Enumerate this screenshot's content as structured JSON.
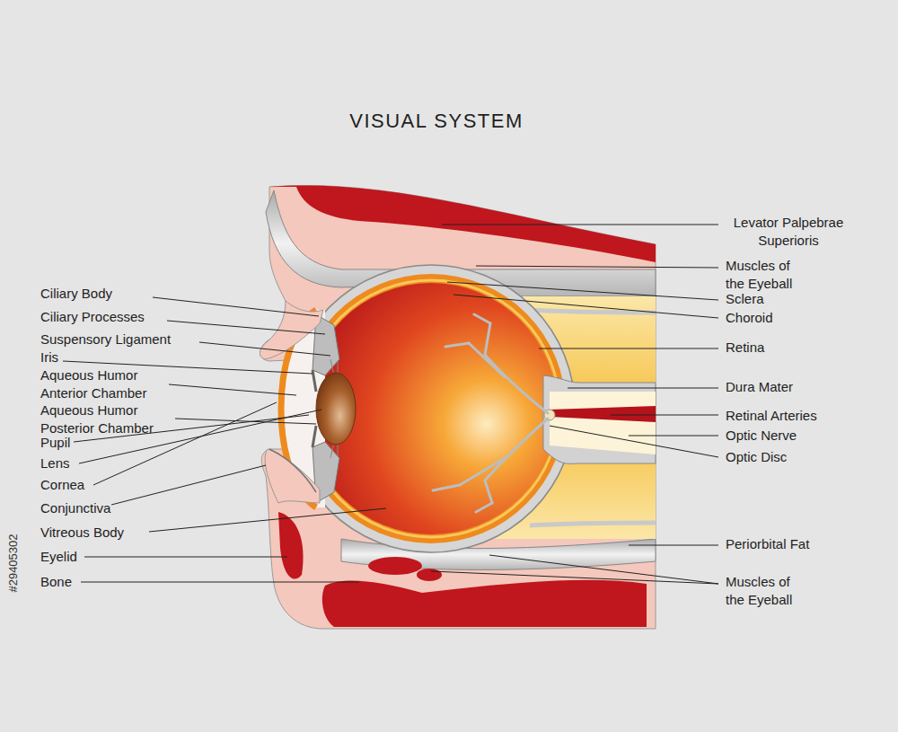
{
  "diagram": {
    "title": "VISUAL SYSTEM",
    "labels": [
      "Ciliary Body",
      "Ciliary Processes",
      "Suspensory Ligament",
      "Iris",
      "Aqueous Humor Anterior Chamber",
      "Aqueous Humor Posterior Chamber",
      "Pupil",
      "Lens",
      "Cornea",
      "Conjunctiva",
      "Vitreous Body",
      "Eyelid",
      "Bone",
      "Levator Palpebrae Superioris",
      "Muscles of the Eyeball",
      "Sclera",
      "Choroid",
      "Retina",
      "Dura Mater",
      "Retinal Arteries",
      "Optic Nerve",
      "Optic Disc",
      "Periorbital Fat",
      "Muscles of the Eyeball",
      "#29405302"
    ]
  }
}
